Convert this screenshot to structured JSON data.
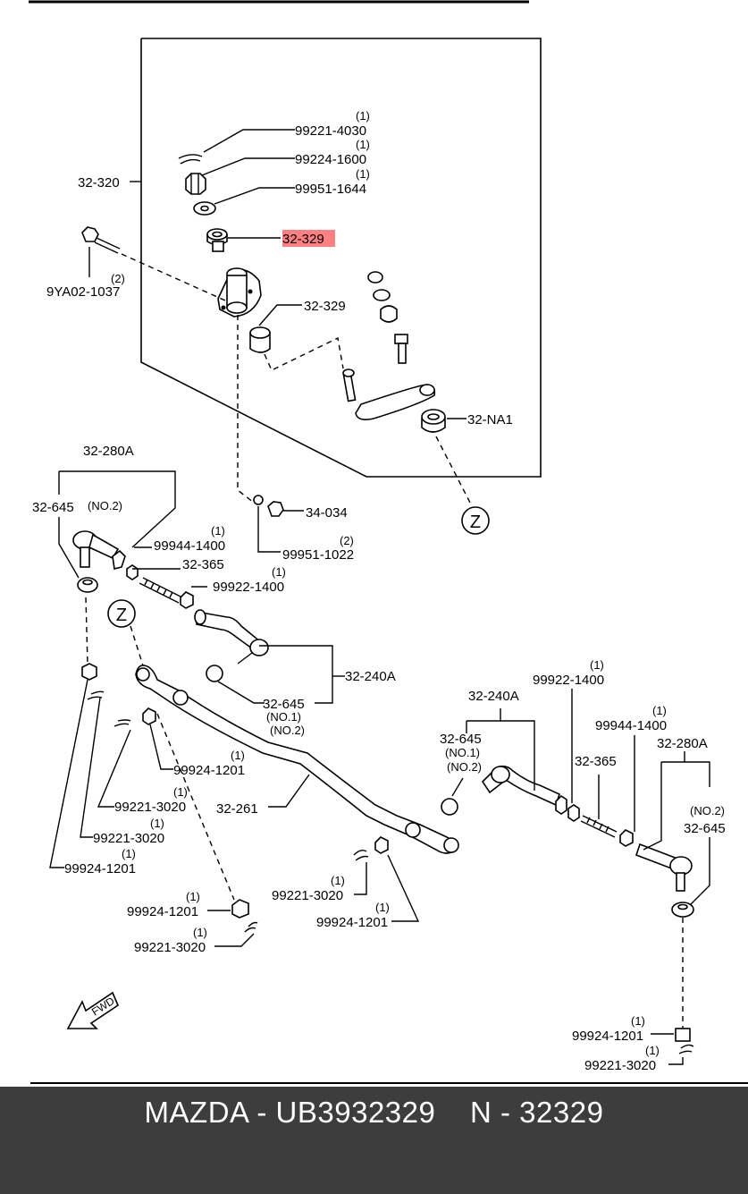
{
  "diagram": {
    "frame_label": "32-320",
    "highlight": {
      "part": "32-329",
      "color": "#ff8080"
    },
    "zone_marker": "Z",
    "fwd_label": "FWD",
    "labels": [
      {
        "id": "l1",
        "part": "99221-4030",
        "qty": "(1)"
      },
      {
        "id": "l2",
        "part": "99224-1600",
        "qty": "(1)"
      },
      {
        "id": "l3",
        "part": "99951-1644",
        "qty": "(1)"
      },
      {
        "id": "l4",
        "part": "32-329",
        "qty": ""
      },
      {
        "id": "l5",
        "part": "9YA02-1037",
        "qty": "(2)"
      },
      {
        "id": "l6",
        "part": "32-329",
        "qty": ""
      },
      {
        "id": "l7",
        "part": "32-NA1",
        "qty": ""
      },
      {
        "id": "l8",
        "part": "32-280A",
        "qty": ""
      },
      {
        "id": "l9",
        "part": "32-645",
        "qty": "",
        "sub": "(NO.2)"
      },
      {
        "id": "l10",
        "part": "34-034",
        "qty": ""
      },
      {
        "id": "l11",
        "part": "99951-1022",
        "qty": "(2)"
      },
      {
        "id": "l12",
        "part": "99944-1400",
        "qty": "(1)"
      },
      {
        "id": "l13",
        "part": "32-365",
        "qty": ""
      },
      {
        "id": "l14",
        "part": "99922-1400",
        "qty": "(1)"
      },
      {
        "id": "l15",
        "part": "32-240A",
        "qty": ""
      },
      {
        "id": "l16",
        "part": "32-645",
        "qty": "",
        "sub": "(NO.1)",
        "sub2": "(NO.2)"
      },
      {
        "id": "l17",
        "part": "99924-1201",
        "qty": "(1)"
      },
      {
        "id": "l18",
        "part": "99221-3020",
        "qty": "(1)"
      },
      {
        "id": "l19",
        "part": "32-261",
        "qty": ""
      },
      {
        "id": "l20",
        "part": "99221-3020",
        "qty": "(1)"
      },
      {
        "id": "l21",
        "part": "99924-1201",
        "qty": "(1)"
      },
      {
        "id": "l22",
        "part": "99924-1201",
        "qty": "(1)"
      },
      {
        "id": "l23",
        "part": "99221-3020",
        "qty": "(1)"
      },
      {
        "id": "l24",
        "part": "99221-3020",
        "qty": "(1)"
      },
      {
        "id": "l25",
        "part": "99924-1201",
        "qty": "(1)"
      },
      {
        "id": "l26",
        "part": "32-240A",
        "qty": ""
      },
      {
        "id": "l27",
        "part": "32-645",
        "qty": "",
        "sub": "(NO.1)",
        "sub2": "(NO.2)"
      },
      {
        "id": "l28",
        "part": "99922-1400",
        "qty": "(1)"
      },
      {
        "id": "l29",
        "part": "32-365",
        "qty": ""
      },
      {
        "id": "l30",
        "part": "99944-1400",
        "qty": "(1)"
      },
      {
        "id": "l31",
        "part": "32-280A",
        "qty": ""
      },
      {
        "id": "l32",
        "part": "32-645",
        "qty": "",
        "sub": "(NO.2)"
      },
      {
        "id": "l33",
        "part": "99924-1201",
        "qty": "(1)"
      },
      {
        "id": "l34",
        "part": "99221-3020",
        "qty": "(1)"
      }
    ]
  },
  "footer": {
    "text": "MAZDA - UB3932329    N - 32329",
    "background": "#3d3d3d"
  }
}
